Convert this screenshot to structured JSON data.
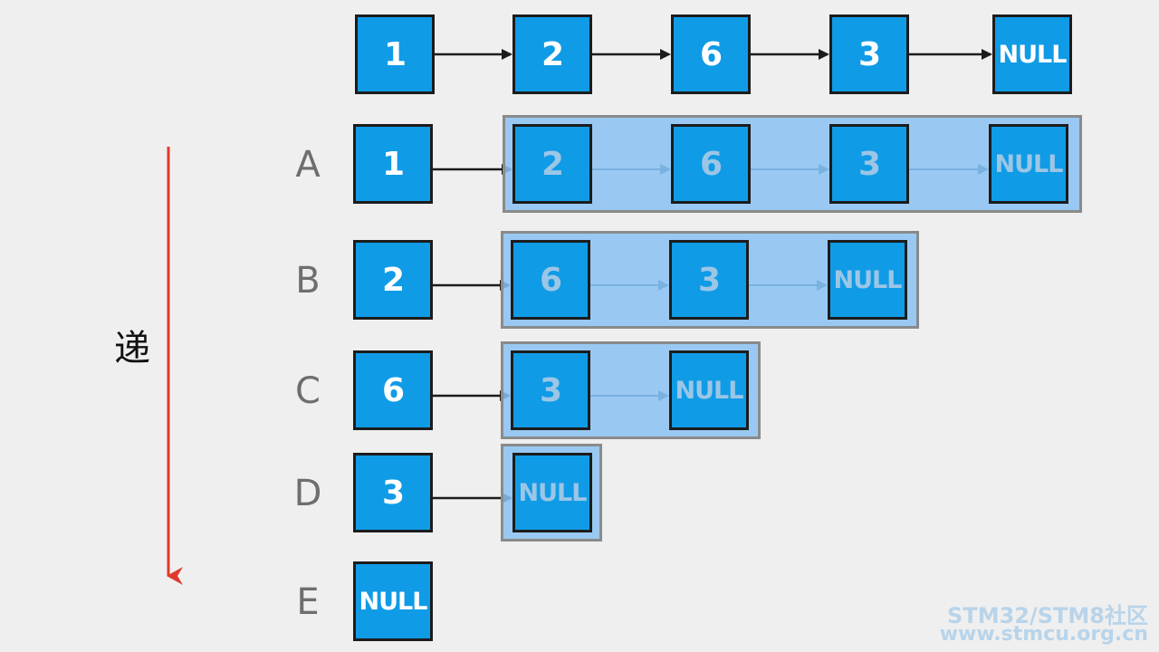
{
  "top_row": {
    "nodes": [
      "1",
      "2",
      "6",
      "3",
      "NULL"
    ]
  },
  "rows": [
    {
      "label": "A",
      "head": "1",
      "rest": [
        "2",
        "6",
        "3",
        "NULL"
      ]
    },
    {
      "label": "B",
      "head": "2",
      "rest": [
        "6",
        "3",
        "NULL"
      ]
    },
    {
      "label": "C",
      "head": "6",
      "rest": [
        "3",
        "NULL"
      ]
    },
    {
      "label": "D",
      "head": "3",
      "rest": [
        "NULL"
      ]
    },
    {
      "label": "E",
      "head": "NULL",
      "rest": []
    }
  ],
  "side_label": "递",
  "watermark": {
    "line1": "STM32/STM8社区",
    "line2": "www.stmcu.org.cn"
  },
  "colors": {
    "background": "#efefef",
    "node_fill": "#109be6",
    "node_border": "#1c1c1c",
    "band_fill": "#8ac2f2",
    "band_border": "#8a8a8a",
    "arrow": "#1c1c1c",
    "arrow_dim": "#1f4f80",
    "side_arrow": "#e03a2e",
    "watermark": "#b8d4ea"
  }
}
